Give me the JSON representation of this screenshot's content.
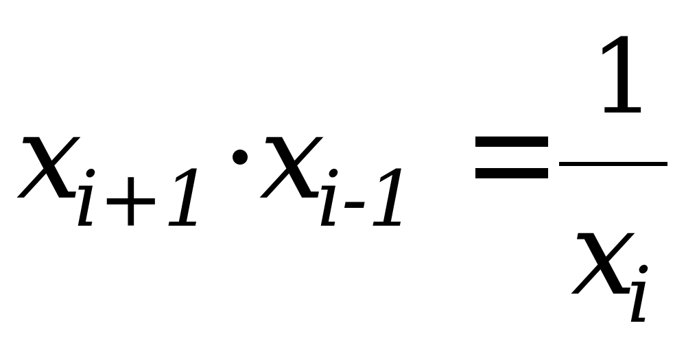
{
  "equation": {
    "lhs": {
      "term1": {
        "base": "x",
        "subscript": "i+1"
      },
      "operator": "·",
      "term2": {
        "base": "x",
        "subscript": "i-1"
      }
    },
    "relation": "=",
    "rhs": {
      "numerator": "1",
      "denominator": {
        "base": "x",
        "subscript": "i"
      }
    }
  }
}
